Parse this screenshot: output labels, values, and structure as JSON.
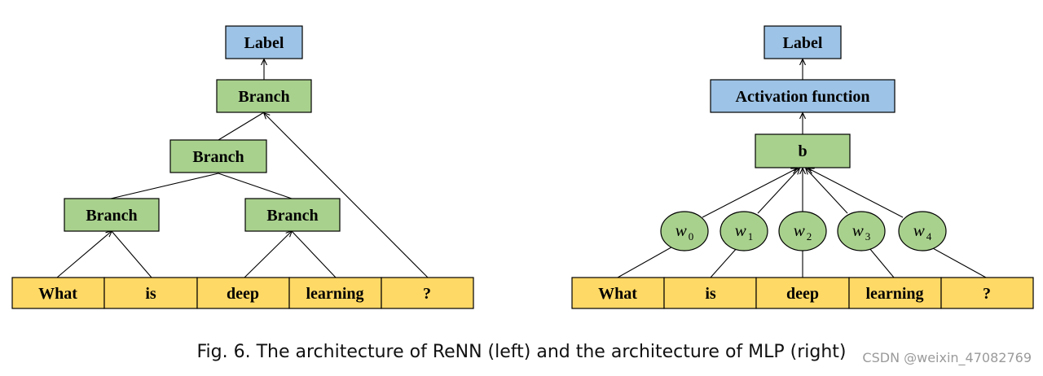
{
  "colors": {
    "blue": "#9dc3e6",
    "green": "#a9d18e",
    "yellow": "#ffd966",
    "stroke": "#000000"
  },
  "left": {
    "label": "Label",
    "root_branch": "Branch",
    "mid_branch": "Branch",
    "left_branch": "Branch",
    "right_branch": "Branch",
    "tokens": [
      "What",
      "is",
      "deep",
      "learning",
      "?"
    ]
  },
  "right": {
    "label": "Label",
    "activation": "Activation function",
    "bias": "b",
    "weights": [
      {
        "base": "w",
        "sub": "0"
      },
      {
        "base": "w",
        "sub": "1"
      },
      {
        "base": "w",
        "sub": "2"
      },
      {
        "base": "w",
        "sub": "3"
      },
      {
        "base": "w",
        "sub": "4"
      }
    ],
    "tokens": [
      "What",
      "is",
      "deep",
      "learning",
      "?"
    ]
  },
  "caption": "Fig. 6.  The architecture of ReNN (left) and the architecture of MLP (right)",
  "watermark": "CSDN @weixin_47082769"
}
